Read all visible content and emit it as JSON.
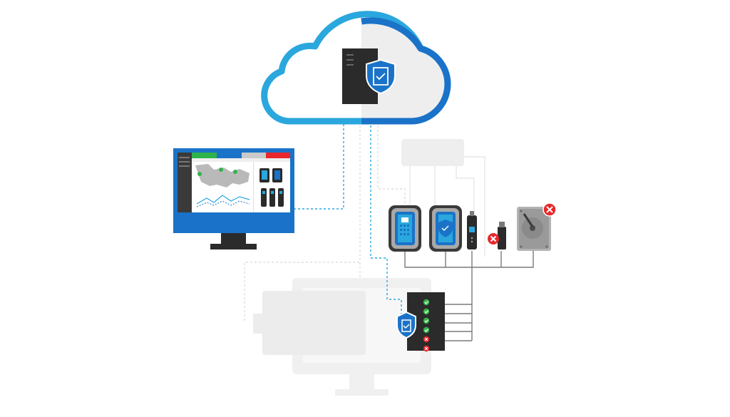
{
  "colors": {
    "brand_blue": "#1a73c8",
    "cloud_light_blue": "#2aa7dd",
    "dark_device": "#2b2b2b",
    "mid_gray": "#7a7a7a",
    "light_gray": "#eeeeee",
    "ghost_gray": "#f0f0f0",
    "ok_green": "#35b34a",
    "error_red": "#e8282c",
    "bar_green": "#2fb34a",
    "bar_blue": "#1a73c8",
    "bar_gray": "#c9c9c9",
    "bar_red": "#e8282c"
  },
  "icons": {
    "cloud": "cloud-icon",
    "server": "server-icon",
    "shield": "shield-check-icon",
    "monitor": "monitor-icon",
    "phone": "phone-icon",
    "tablet": "tablet-icon",
    "flash_drive": "flash-drive-icon",
    "usb_stick": "usb-stick-icon",
    "hard_drive": "hard-drive-icon",
    "usb_hub": "usb-hub-icon",
    "check": "check-icon",
    "error": "error-x-icon"
  },
  "hub_ports": [
    {
      "status": "ok"
    },
    {
      "status": "ok"
    },
    {
      "status": "ok"
    },
    {
      "status": "ok"
    },
    {
      "status": "error"
    },
    {
      "status": "error"
    }
  ],
  "device_errors": {
    "usb_stick": "error",
    "hard_drive": "error"
  }
}
